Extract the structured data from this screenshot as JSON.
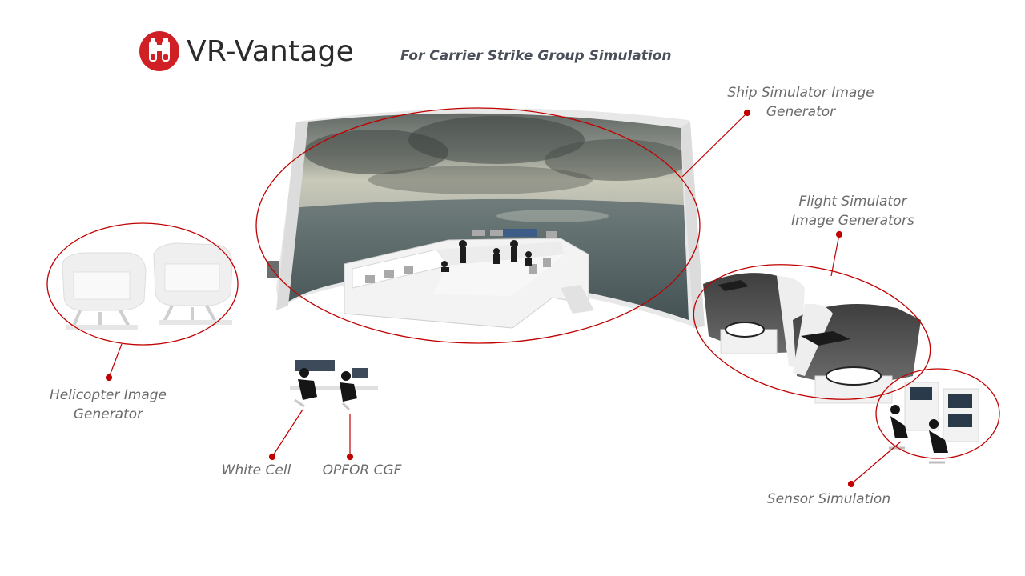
{
  "brand": {
    "name": "VR-Vantage",
    "logo_icon": "binoculars-icon",
    "logo_color": "#d11f26"
  },
  "subtitle": "For Carrier Strike Group Simulation",
  "callouts": {
    "ship": {
      "line1": "Ship Simulator Image",
      "line2": "Generator"
    },
    "flight": {
      "line1": "Flight Simulator",
      "line2": "Image Generators"
    },
    "helicopter": {
      "line1": "Helicopter Image",
      "line2": "Generator"
    },
    "white_cell": "White Cell",
    "opfor": "OPFOR CGF",
    "sensor": "Sensor Simulation"
  },
  "colors": {
    "accent": "#c00000",
    "label": "#6b6b6b",
    "ocean": "#5f6f70",
    "sky": "#7a8078"
  }
}
